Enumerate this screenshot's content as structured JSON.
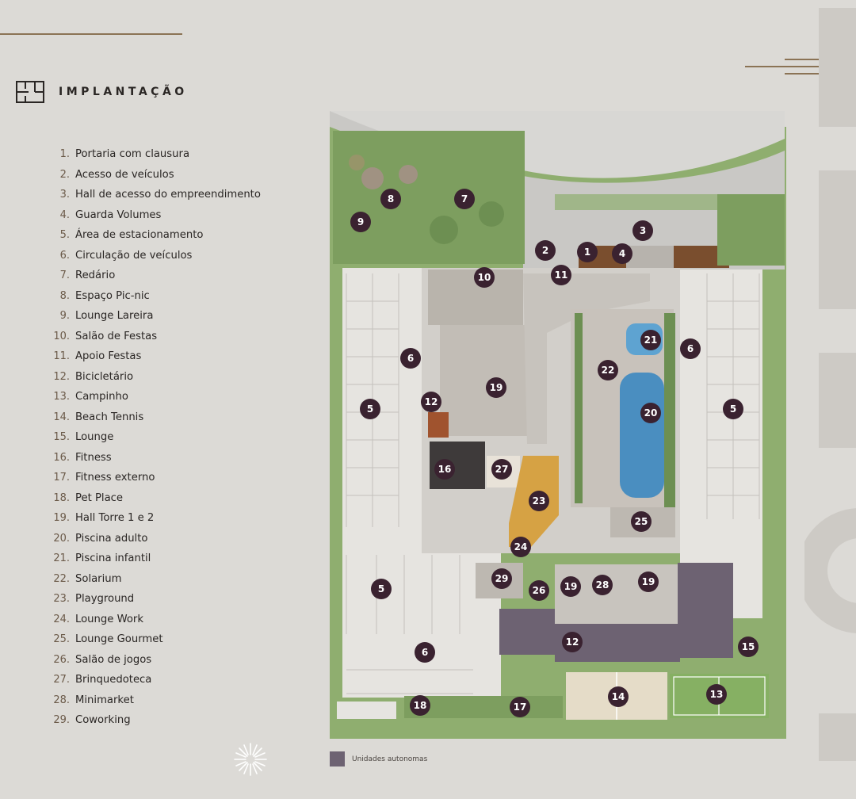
{
  "header": {
    "title": "IMPLANTAÇÃO",
    "icon": "floorplan-icon"
  },
  "legend": [
    {
      "num": "1.",
      "label": "Portaria com clausura"
    },
    {
      "num": "2.",
      "label": "Acesso de veículos"
    },
    {
      "num": "3.",
      "label": "Hall de acesso do empreendimento"
    },
    {
      "num": "4.",
      "label": "Guarda Volumes"
    },
    {
      "num": "5.",
      "label": "Área de estacionamento"
    },
    {
      "num": "6.",
      "label": "Circulação de veículos"
    },
    {
      "num": "7.",
      "label": "Redário"
    },
    {
      "num": "8.",
      "label": "Espaço Pic-nic"
    },
    {
      "num": "9.",
      "label": "Lounge Lareira"
    },
    {
      "num": "10.",
      "label": "Salão de Festas"
    },
    {
      "num": "11.",
      "label": "Apoio Festas"
    },
    {
      "num": "12.",
      "label": "Bicicletário"
    },
    {
      "num": "13.",
      "label": "Campinho"
    },
    {
      "num": "14.",
      "label": "Beach Tennis"
    },
    {
      "num": "15.",
      "label": "Lounge"
    },
    {
      "num": "16.",
      "label": "Fitness"
    },
    {
      "num": "17.",
      "label": "Fitness externo"
    },
    {
      "num": "18.",
      "label": "Pet Place"
    },
    {
      "num": "19.",
      "label": "Hall Torre 1 e 2"
    },
    {
      "num": "20.",
      "label": "Piscina adulto"
    },
    {
      "num": "21.",
      "label": "Piscina infantil"
    },
    {
      "num": "22.",
      "label": "Solarium"
    },
    {
      "num": "23.",
      "label": "Playground"
    },
    {
      "num": "24.",
      "label": "Lounge Work"
    },
    {
      "num": "25.",
      "label": "Lounge Gourmet"
    },
    {
      "num": "26.",
      "label": "Salão de jogos"
    },
    {
      "num": "27.",
      "label": "Brinquedoteca"
    },
    {
      "num": "28.",
      "label": "Minimarket"
    },
    {
      "num": "29.",
      "label": "Coworking"
    }
  ],
  "markers": [
    "1",
    "2",
    "3",
    "4",
    "5",
    "5",
    "5",
    "6",
    "6",
    "6",
    "7",
    "8",
    "9",
    "10",
    "11",
    "12",
    "12",
    "13",
    "14",
    "15",
    "16",
    "17",
    "18",
    "19",
    "19",
    "19",
    "20",
    "21",
    "22",
    "23",
    "24",
    "25",
    "26",
    "27",
    "28",
    "29"
  ],
  "map_key": {
    "label": "Unidades autonomas",
    "color": "#6d6272"
  },
  "colors": {
    "marker": "#3a2230",
    "accent": "#8b7355",
    "water": "#4a8ec0",
    "grass": "#8fae6f",
    "units": "#6d6272"
  }
}
